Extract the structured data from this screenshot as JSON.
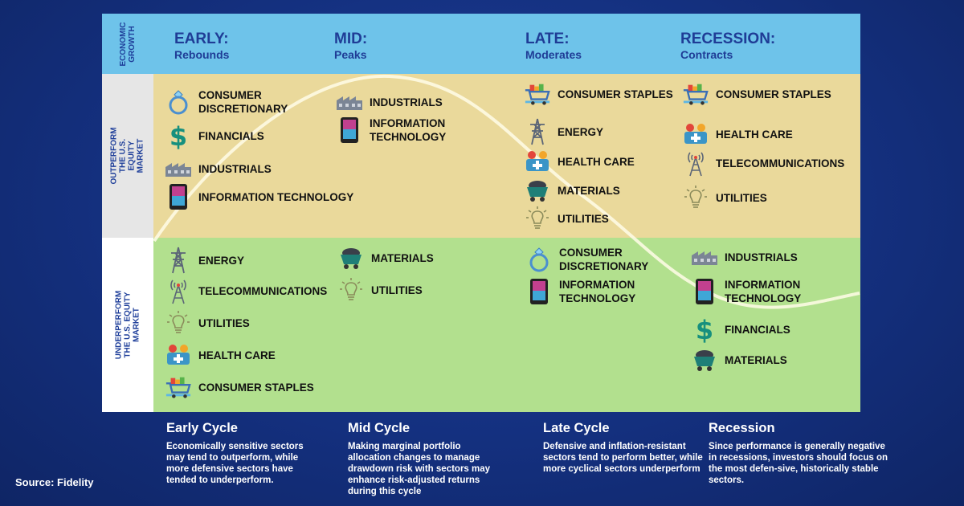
{
  "row_labels": {
    "growth": "Economic Growth",
    "outperform": "Outperform the U.S. Equity Market",
    "underperform": "Underperform the U.S. Equity Market"
  },
  "phases": [
    {
      "name": "EARLY:",
      "sub": "Rebounds"
    },
    {
      "name": "MID:",
      "sub": "Peaks"
    },
    {
      "name": "LATE:",
      "sub": "Moderates"
    },
    {
      "name": "RECESSION:",
      "sub": "Contracts"
    }
  ],
  "outperform": {
    "early": [
      "Consumer Discretionary",
      "Financials",
      "Industrials",
      "Information Technology"
    ],
    "mid": [
      "Industrials",
      "Information Technology"
    ],
    "late": [
      "Consumer Staples",
      "Energy",
      "Health Care",
      "Materials",
      "Utilities"
    ],
    "recession": [
      "Consumer Staples",
      "Health Care",
      "Telecommunications",
      "Utilities"
    ]
  },
  "underperform": {
    "early": [
      "Energy",
      "Telecommunications",
      "Utilities",
      "Health Care",
      "Consumer Staples"
    ],
    "mid": [
      "Materials",
      "Utilities"
    ],
    "late": [
      "Consumer Discretionary",
      "Information Technology"
    ],
    "recession": [
      "Industrials",
      "Information Technology",
      "Financials",
      "Materials"
    ]
  },
  "cycles": [
    {
      "title": "Early Cycle",
      "desc": "Economically sensitive sectors may tend to outperform, while more defensive sectors have tended to underperform."
    },
    {
      "title": "Mid Cycle",
      "desc": "Making marginal portfolio allocation  changes to manage drawdown risk with sectors may enhance risk-adjusted returns during this cycle"
    },
    {
      "title": "Late Cycle",
      "desc": "Defensive and inflation-resistant sectors tend to perform better, while more cyclical sectors underperform"
    },
    {
      "title": "Recession",
      "desc": "Since performance is generally negative in recessions, investors should focus on the most defen-sive, historically stable sectors."
    }
  ],
  "source": "Source: Fidelity",
  "colors": {
    "background": "#14307f",
    "growth_row": "#6ec3ea",
    "outperform_row": "#ead99b",
    "underperform_row": "#b2e08e",
    "heading_text": "#1f3c96",
    "curve": "#fffbe8"
  },
  "icons": {
    "Consumer Discretionary": "ring-icon",
    "Financials": "dollar-icon",
    "Industrials": "factory-icon",
    "Information Technology": "phone-icon",
    "Consumer Staples": "shopping-cart-icon",
    "Energy": "power-tower-icon",
    "Health Care": "medical-kit-icon",
    "Materials": "mine-cart-icon",
    "Utilities": "light-bulb-icon",
    "Telecommunications": "antenna-icon"
  }
}
